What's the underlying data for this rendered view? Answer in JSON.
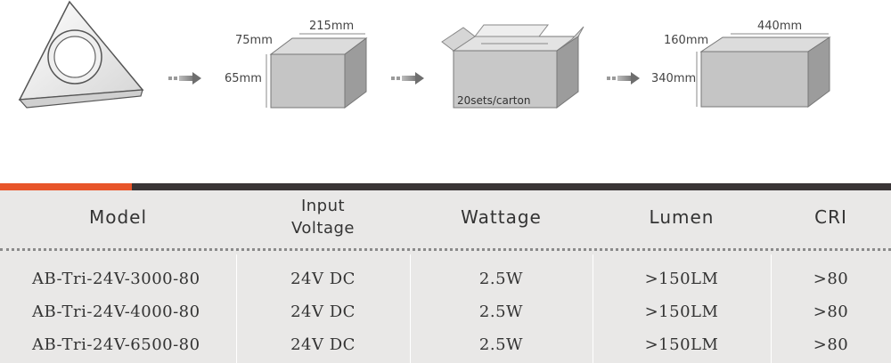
{
  "colors": {
    "accent": "#e8552a",
    "dark_bar": "#3a3536",
    "table_bg": "#e9e8e7",
    "box_face": "#c5c5c5"
  },
  "packaging": {
    "box1": {
      "length": "215mm",
      "width": "75mm",
      "height": "65mm"
    },
    "carton_label": "20sets/carton",
    "box2": {
      "length": "440mm",
      "width": "160mm",
      "height": "340mm"
    }
  },
  "table": {
    "headers": {
      "model": "Model",
      "input_line1": "Input",
      "input_line2": "Voltage",
      "wattage": "Wattage",
      "lumen": "Lumen",
      "cri": "CRI"
    },
    "rows": [
      {
        "model": "AB-Tri-24V-3000-80",
        "voltage": "24V DC",
        "wattage": "2.5W",
        "lumen": ">150LM",
        "cri": ">80"
      },
      {
        "model": "AB-Tri-24V-4000-80",
        "voltage": "24V DC",
        "wattage": "2.5W",
        "lumen": ">150LM",
        "cri": ">80"
      },
      {
        "model": "AB-Tri-24V-6500-80",
        "voltage": "24V DC",
        "wattage": "2.5W",
        "lumen": ">150LM",
        "cri": ">80"
      }
    ]
  }
}
